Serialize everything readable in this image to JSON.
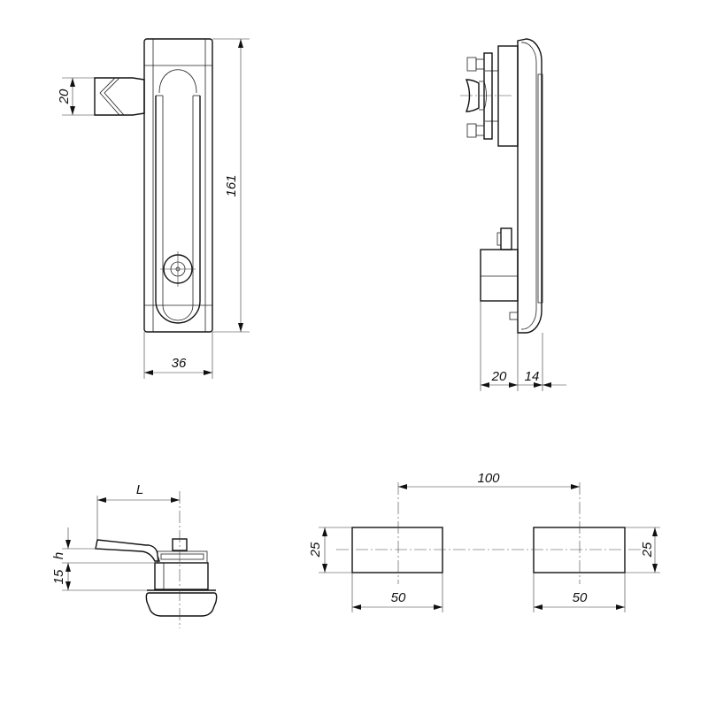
{
  "front_view": {
    "lever_height": "20",
    "height": "161",
    "width": "36"
  },
  "side_view": {
    "depth_back": "20",
    "depth_front": "14"
  },
  "bottom_view": {
    "lever_length": "L",
    "lever_height": "h",
    "offset": "15"
  },
  "cutout": {
    "spacing": "100",
    "left_height": "25",
    "left_width": "50",
    "right_height": "25",
    "right_width": "50"
  }
}
